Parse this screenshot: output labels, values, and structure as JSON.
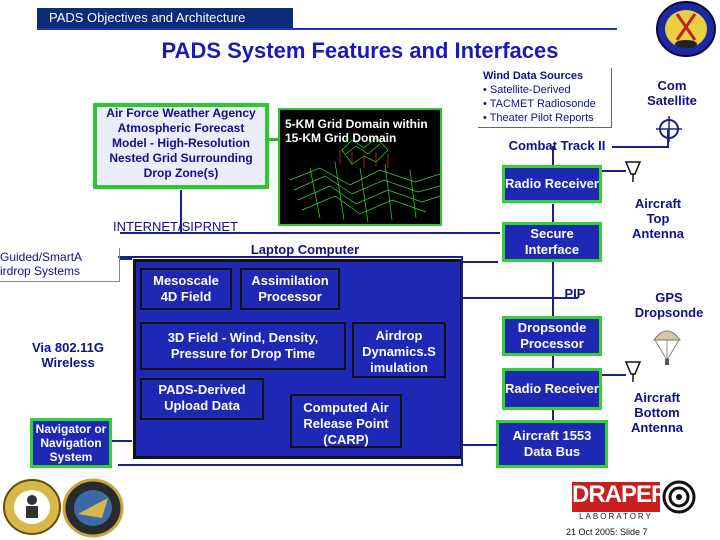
{
  "header": {
    "section": "PADS Objectives and Architecture",
    "title": "PADS System Features and Interfaces"
  },
  "weather_agency": "Air Force Weather Agency Atmospheric Forecast Model - High-Resolution Nested Grid Surrounding Drop Zone(s)",
  "grid_domain": [
    "5-KM Grid Domain within",
    "15-KM Grid Domain"
  ],
  "wind_sources": {
    "title": "Wind Data Sources",
    "items": [
      "• Satellite-Derived",
      "• TACMET Radiosonde",
      "• Theater Pilot Reports"
    ]
  },
  "com_satellite": "Com Satellite",
  "combat_track": "Combat Track II",
  "radio_receiver_top": "Radio Receiver",
  "aircraft_top_antenna": "Aircraft Top Antenna",
  "internet": "INTERNET/SIPRNET",
  "secure_interface": "Secure Interface",
  "laptop": "Laptop Computer",
  "guided_systems": [
    "Guided/SmartA",
    "irdrop Systems"
  ],
  "mesoscale": "Mesoscale 4D Field",
  "assimilation": "Assimilation Processor",
  "pip": "PIP",
  "gps_dropsonde": "GPS Dropsonde",
  "via_wireless": "Via 802.11G Wireless",
  "field_3d": "3D Field - Wind, Density, Pressure for Drop Time",
  "airdrop_sim": "Airdrop Dynamics.S imulation",
  "dropsonde_processor": "Dropsonde Processor",
  "pads_upload": "PADS-Derived Upload Data",
  "carp": "Computed Air Release Point (CARP)",
  "radio_receiver_bottom": "Radio Receiver",
  "aircraft_bottom_antenna": "Aircraft Bottom Antenna",
  "navigator": "Navigator or Navigation System",
  "data_bus": "Aircraft 1553 Data Bus",
  "draper_logo": [
    "DRAPER",
    "LABORATORY"
  ],
  "footer": "21 Oct 2005: Slide 7",
  "colors": {
    "box_blue": "#1e28b4",
    "border_green": "#33d133",
    "text_navy": "#10108a",
    "title_blue": "#1a1ab8"
  }
}
